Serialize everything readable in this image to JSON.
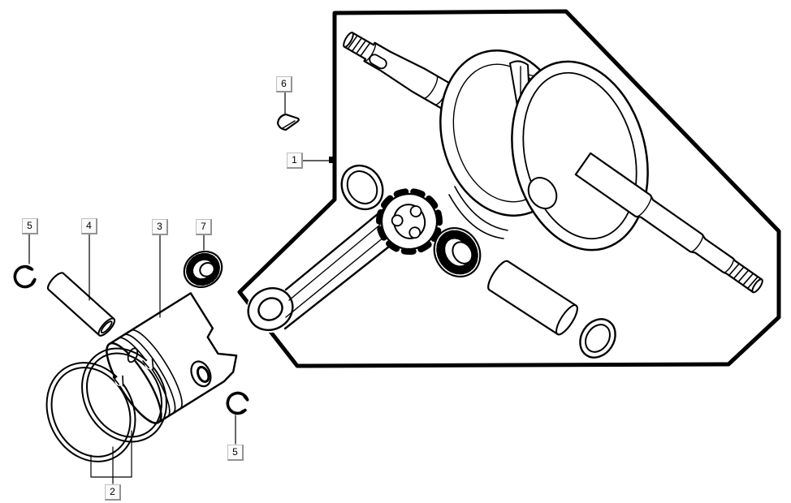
{
  "figure": {
    "type": "exploded-parts-diagram",
    "subject": "crankshaft and piston assembly",
    "background": "#ffffff",
    "line_color": "#000000",
    "callout_style": {
      "face": "#fbfbfb",
      "border": "#bfbfbf",
      "shadow": "#939393",
      "text_color": "#000000"
    },
    "callouts": [
      {
        "label": "1",
        "part": "crankshaft-assembly"
      },
      {
        "label": "2",
        "part": "piston-ring-set"
      },
      {
        "label": "3",
        "part": "piston"
      },
      {
        "label": "4",
        "part": "piston-pin"
      },
      {
        "label": "5",
        "part": "circlip-left"
      },
      {
        "label": "5",
        "part": "circlip-right"
      },
      {
        "label": "6",
        "part": "woodruff-key"
      },
      {
        "label": "7",
        "part": "small-end-needle-bearing"
      }
    ]
  }
}
